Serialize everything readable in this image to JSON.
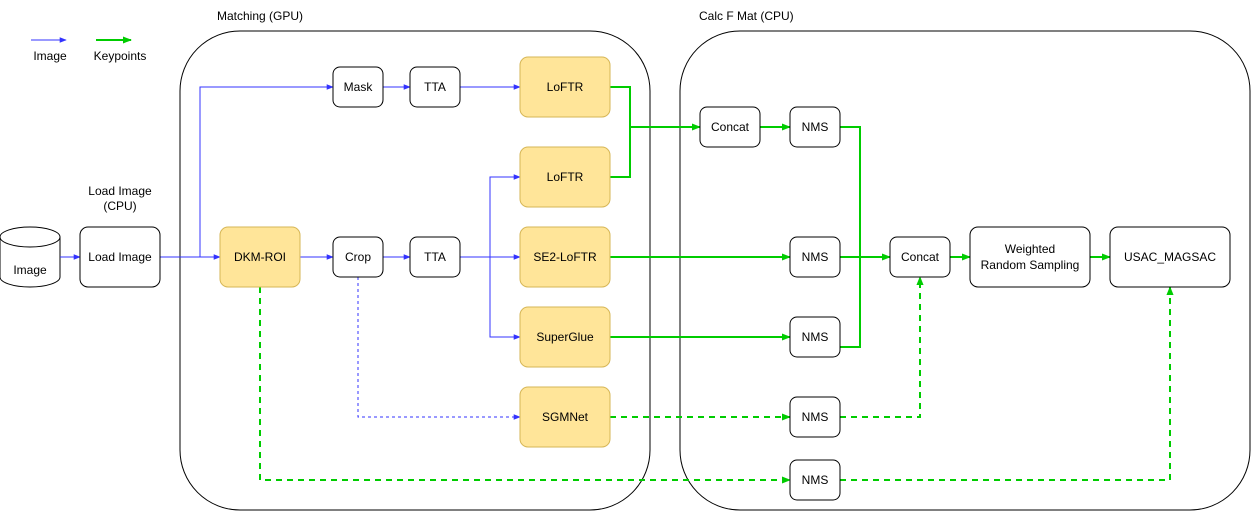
{
  "legend": {
    "image_label": "Image",
    "keypoints_label": "Keypoints"
  },
  "groups": {
    "matching": "Matching (GPU)",
    "calc": "Calc F Mat (CPU)"
  },
  "load_image_caption": [
    "Load Image",
    "(CPU)"
  ],
  "nodes": {
    "image_db": "Image",
    "load_image": "Load Image",
    "dkm_roi": "DKM-ROI",
    "mask": "Mask",
    "tta_top": "TTA",
    "loftr_1": "LoFTR",
    "loftr_2": "LoFTR",
    "crop": "Crop",
    "tta_mid": "TTA",
    "se2_loftr": "SE2-LoFTR",
    "superglue": "SuperGlue",
    "sgmnet": "SGMNet",
    "concat_1": "Concat",
    "nms_1": "NMS",
    "nms_2": "NMS",
    "nms_3": "NMS",
    "nms_4": "NMS",
    "nms_5": "NMS",
    "concat_2": "Concat",
    "weighted": [
      "Weighted",
      "Random Sampling"
    ],
    "usac": "USAC_MAGSAC"
  },
  "colors": {
    "image_edge": "#3333ff",
    "keypoint_edge": "#00cc00",
    "highlight_fill": "#ffe599",
    "highlight_stroke": "#d6b656"
  }
}
